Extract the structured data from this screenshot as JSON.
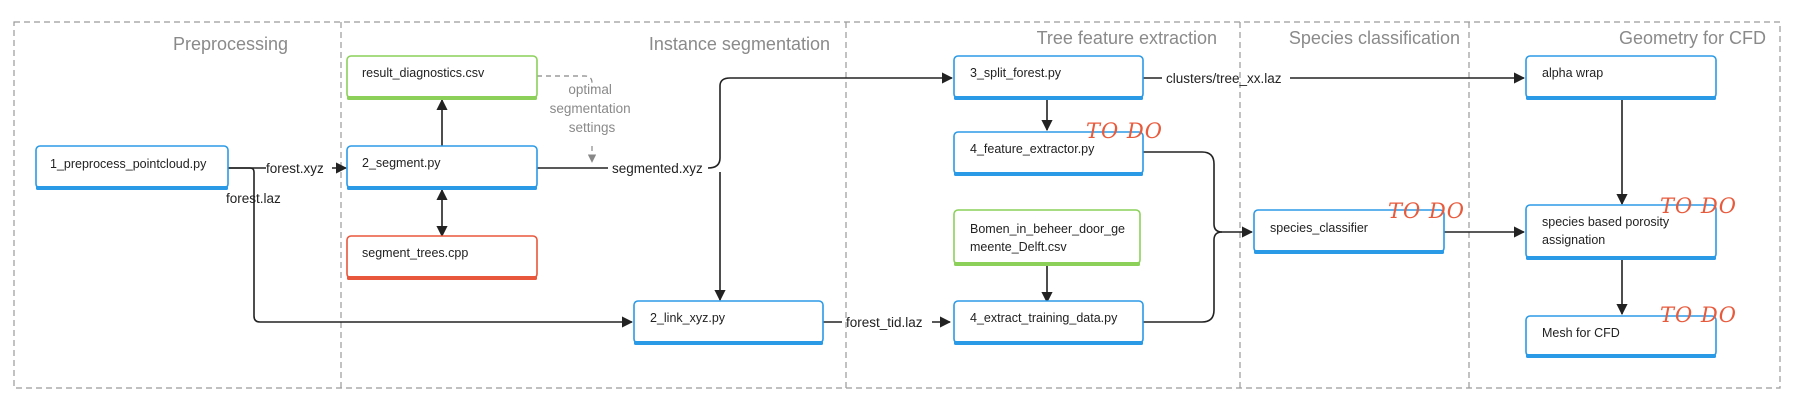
{
  "colors": {
    "script": "#2b9ae6",
    "data_file": "#8cd05a",
    "cpp": "#e8563b",
    "todo": "#e85a3c",
    "section_title": "#8a8a8a"
  },
  "sections": {
    "preprocessing": "Preprocessing",
    "instance_segmentation": "Instance segmentation",
    "tree_feature_extraction": "Tree feature extraction",
    "species_classification": "Species classification",
    "geometry_for_cfd": "Geometry for CFD"
  },
  "nodes": {
    "preprocess": {
      "label": "1_preprocess_pointcloud.py"
    },
    "result_diagnostics": {
      "label": "result_diagnostics.csv"
    },
    "segment": {
      "label": "2_segment.py"
    },
    "segment_trees": {
      "label": "segment_trees.cpp"
    },
    "link_xyz": {
      "label": "2_link_xyz.py"
    },
    "split_forest": {
      "label": "3_split_forest.py"
    },
    "feature_extractor": {
      "label": "4_feature_extractor.py",
      "todo": "TO DO"
    },
    "bomen_csv": {
      "line1": "Bomen_in_beheer_door_ge",
      "line2": "meente_Delft.csv"
    },
    "extract_training": {
      "label": "4_extract_training_data.py"
    },
    "species_classifier": {
      "label": "species_classifier",
      "todo": "TO DO"
    },
    "alpha_wrap": {
      "label": "alpha wrap"
    },
    "porosity": {
      "line1": "species based porosity",
      "line2": "assignation",
      "todo": "TO DO"
    },
    "mesh_cfd": {
      "label": "Mesh for CFD",
      "todo": "TO DO"
    }
  },
  "edge_labels": {
    "forest_xyz": "forest.xyz",
    "forest_laz": "forest.laz",
    "segmented_xyz": "segmented.xyz",
    "clusters": "clusters/tree_xx.laz",
    "forest_tid": "forest_tid.laz"
  },
  "notes": {
    "optimal_line1": "optimal",
    "optimal_line2": "segmentation",
    "optimal_line3": "settings"
  }
}
